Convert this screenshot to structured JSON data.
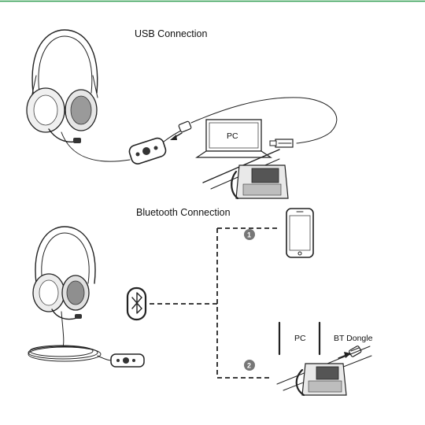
{
  "header": {
    "accent_color": "#2e9c4f"
  },
  "sections": {
    "usb": {
      "title": "USB Connection",
      "pc_label": "PC"
    },
    "bluetooth": {
      "title": "Bluetooth Connection",
      "pc_label": "PC",
      "dongle_label": "BT Dongle",
      "step_1": "1",
      "step_2": "2"
    }
  },
  "icons": [
    "headset-icon",
    "usb-plug-icon",
    "laptop-icon",
    "desk-phone-icon",
    "smartphone-icon",
    "bluetooth-icon",
    "inline-control-icon",
    "bt-dongle-icon",
    "arrow-icon"
  ]
}
